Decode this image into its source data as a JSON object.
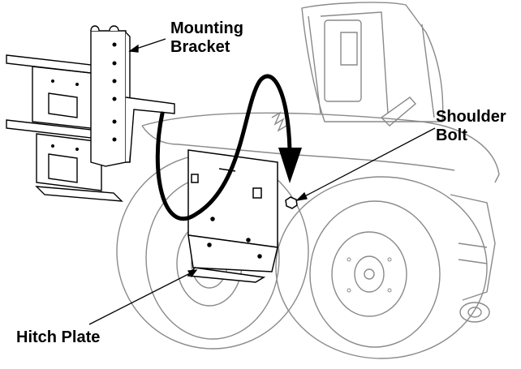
{
  "labels": {
    "mounting_bracket": {
      "line1": "Mounting",
      "line2": "Bracket"
    },
    "shoulder_bolt": {
      "line1": "Shoulder",
      "line2": "Bolt"
    },
    "hitch_plate": "Hitch Plate"
  },
  "colors": {
    "ink": "#000000",
    "background": "#ffffff",
    "outline_gray": "#8a8a8a"
  },
  "icons": {
    "motion_arrow": "curved-arrow-icon"
  }
}
